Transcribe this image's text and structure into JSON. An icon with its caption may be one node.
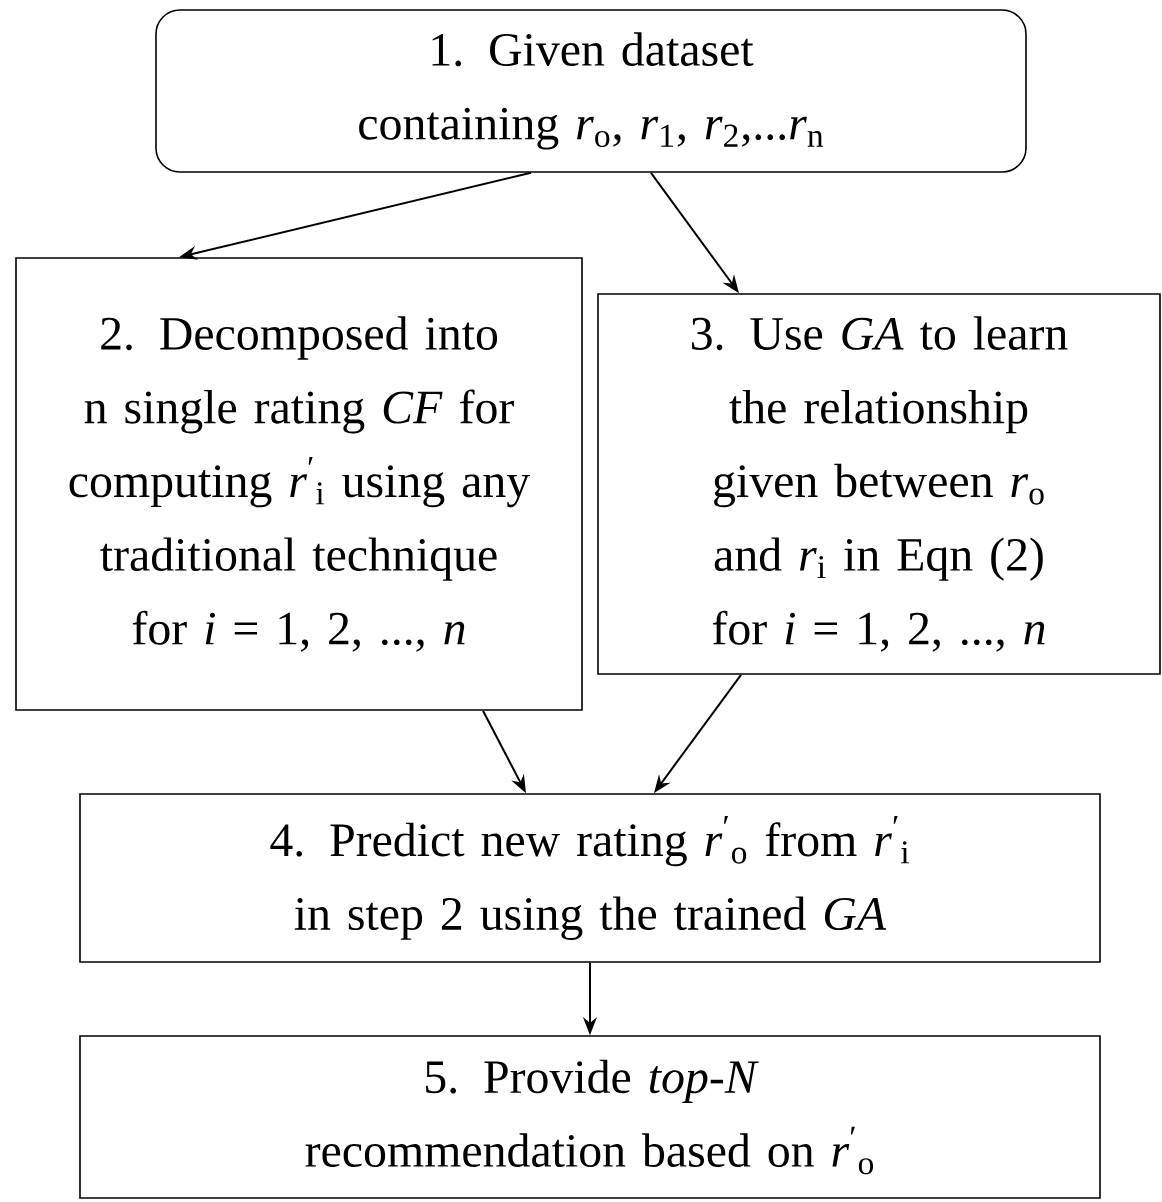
{
  "diagram": {
    "nodes": [
      {
        "text": [
          "1. Given dataset containing *r*$_{o}$, *r*$_{1}$, *r*$_{2}$,...*r*$_{n}$"
        ]
      },
      {
        "text": [
          "2. Decomposed into n single rating *CF* for computing *r*$^{′}$$_{i}$ using any traditional technique for *i* = 1, 2, ..., *n*"
        ]
      },
      {
        "text": [
          "3. Use *GA* to learn the relationship given between *r*$_{o}$ and *r*$_{i}$ in Eqn (2) for *i* = 1, 2, ..., *n*"
        ]
      },
      {
        "text": [
          "4. Predict new rating *r*$^{′}$$_{o}$ from *r*$^{′}$$_{i}$ in step 2 using the trained *GA*"
        ]
      },
      {
        "text": [
          "5. Provide *top-N* recommendation based on *r*$^{′}$$_{o}$"
        ]
      }
    ],
    "edges": [
      {
        "from": 0,
        "to": 1,
        "arrow": "to"
      },
      {
        "from": 0,
        "to": 2,
        "arrow": "to"
      },
      {
        "from": 1,
        "to": 3,
        "arrow": "to"
      },
      {
        "from": 2,
        "to": 3,
        "arrow": "to"
      },
      {
        "from": 3,
        "to": 4,
        "arrow": "to"
      }
    ]
  }
}
